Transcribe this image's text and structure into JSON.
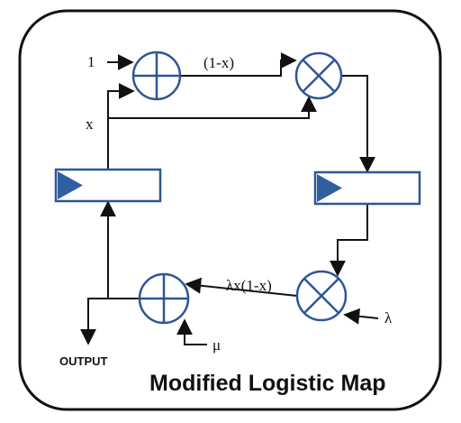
{
  "diagram": {
    "title": "Modified Logistic Map",
    "colors": {
      "node_stroke": "#2f5597",
      "node_fill": "#ffffff",
      "delay_fill": "#2f5fa0",
      "line": "#111111",
      "frame": "#111111"
    },
    "labels": {
      "input_one": "1",
      "input_x": "x",
      "one_minus_x": "(1-x)",
      "lambda_term": "λx(1-x)",
      "lambda": "λ",
      "mu": "μ",
      "output": "OUTPUT"
    },
    "nodes": {
      "adder_top": {
        "kind": "adder",
        "symbol": "plus"
      },
      "multiplier_top": {
        "kind": "multiplier",
        "symbol": "times"
      },
      "delay_left": {
        "kind": "delay"
      },
      "delay_right": {
        "kind": "delay"
      },
      "multiplier_bottom": {
        "kind": "multiplier",
        "symbol": "times"
      },
      "adder_bottom": {
        "kind": "adder",
        "symbol": "plus"
      }
    },
    "edges": [
      {
        "from": "input_one",
        "to": "adder_top"
      },
      {
        "from": "delay_left",
        "to": "adder_top",
        "label": "x"
      },
      {
        "from": "delay_left",
        "to": "multiplier_top"
      },
      {
        "from": "adder_top",
        "to": "multiplier_top",
        "label": "(1-x)"
      },
      {
        "from": "multiplier_top",
        "to": "delay_right"
      },
      {
        "from": "delay_right",
        "to": "multiplier_bottom"
      },
      {
        "from": "input_lambda",
        "to": "multiplier_bottom"
      },
      {
        "from": "multiplier_bottom",
        "to": "adder_bottom",
        "label": "λx(1-x)"
      },
      {
        "from": "input_mu",
        "to": "adder_bottom"
      },
      {
        "from": "adder_bottom",
        "to": "delay_left"
      },
      {
        "from": "adder_bottom",
        "to": "output"
      }
    ]
  }
}
